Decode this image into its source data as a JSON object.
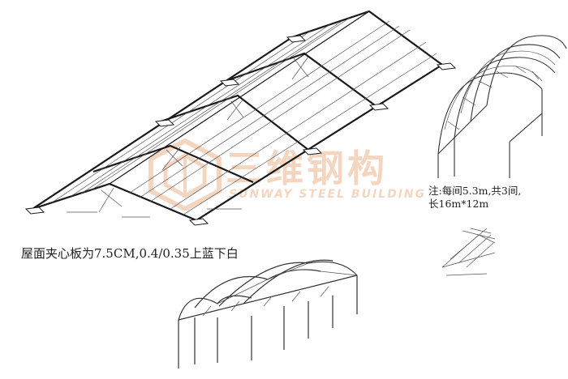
{
  "notes": {
    "roof_panel": "屋面夹心板为7.5CM,0.4/0.35上蓝下白",
    "spacing_line1": "注:每间5.3m,共3间,",
    "spacing_line2": "长16m*12m"
  },
  "watermark": {
    "cn": "三维钢构",
    "en": "SUNWAY STEEL BUILDING"
  },
  "colors": {
    "line": "#1a1a1a",
    "watermark": "#e08a4a"
  }
}
